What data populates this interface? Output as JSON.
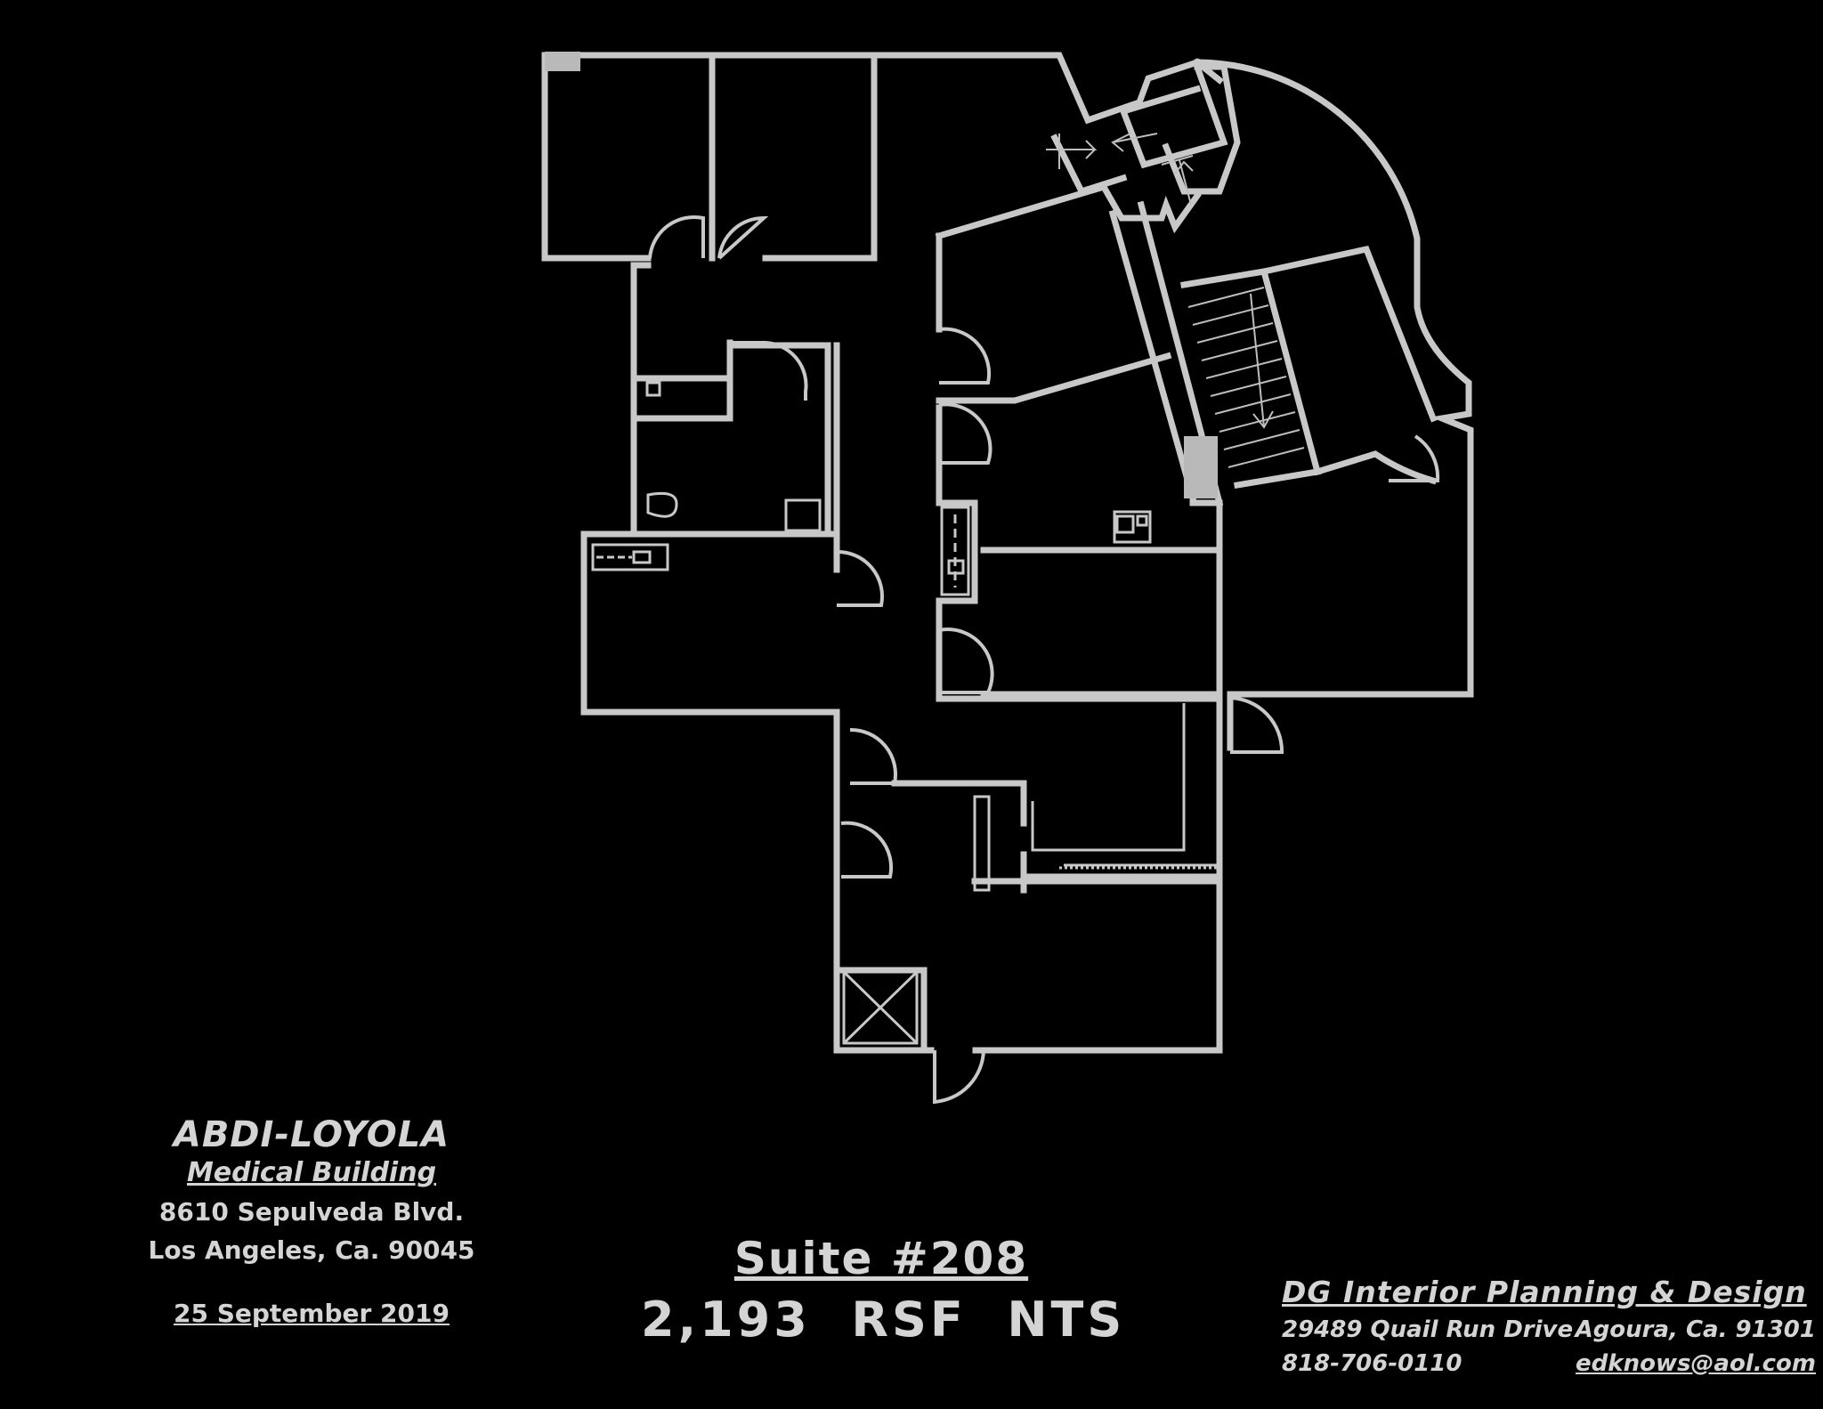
{
  "building": {
    "name": "ABDI-LOYOLA",
    "subtitle": "Medical Building",
    "address_line1": "8610 Sepulveda Blvd.",
    "address_line2": "Los Angeles, Ca. 90045",
    "date": "25 September 2019"
  },
  "suite": {
    "label": "Suite #208",
    "area": "2,193  RSF  NTS"
  },
  "designer": {
    "firm": "DG Interior Planning & Design",
    "street": "29489 Quail Run Drive",
    "city": "Agoura, Ca. 91301",
    "phone": "818-706-0110",
    "email": "edknows@aol.com"
  },
  "colors": {
    "background": "#000000",
    "linework": "#c8c8c8",
    "text": "#d4d4d4"
  }
}
